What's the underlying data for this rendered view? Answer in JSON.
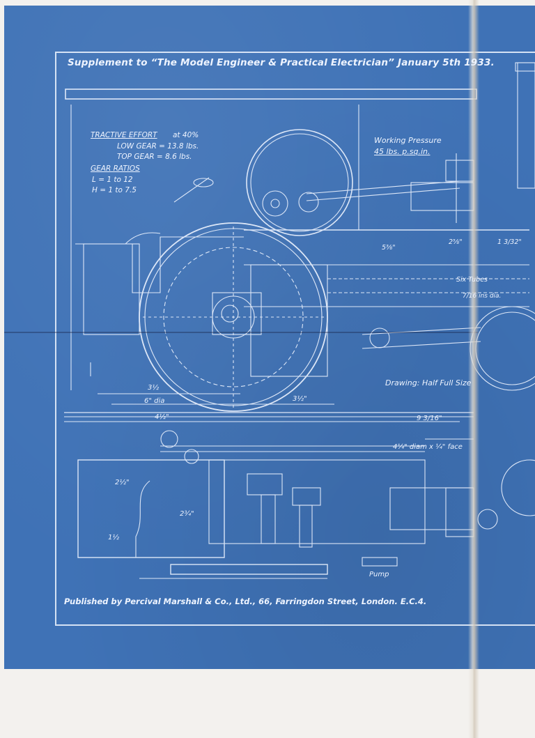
{
  "document": {
    "title": "Supplement to “The Model Engineer & Practical Electrician” January 5th 1933.",
    "publisher": "Published by Percival Marshall & Co., Ltd., 66, Farringdon Street, London. E.C.4."
  },
  "specs": {
    "tractive_heading": "TRACTIVE EFFORT",
    "tractive_at": "at 40%",
    "low_gear": "LOW GEAR = 13.8 lbs.",
    "top_gear": "TOP GEAR = 8.6 lbs.",
    "ratios_heading": "GEAR RATIOS",
    "ratio_low": "L = 1 to 12",
    "ratio_high": "H = 1 to 7.5",
    "working_pressure_label": "Working Pressure",
    "working_pressure_value": "45 lbs. p.sq.in.",
    "drawing_scale": "Drawing: Half Full Size"
  },
  "dimensions": {
    "d_3_half": "3½",
    "d_6_dia": "6\" dia",
    "d_3_half_b": "3½\"",
    "d_4_half": "4½\"",
    "d_9_3_16": "9 3/16\"",
    "d_4_1_4_face": "4¼\" diam x ¼\" face",
    "d_5_3_8": "5⅜\"",
    "d_2_5_8": "2⅝\"",
    "d_1_3_32": "1 3/32\"",
    "tubes": "Six Tubes",
    "tubes_dia": "7/16 ins dia.",
    "d_2_half": "2½\"",
    "d_2_3_4": "2¾\"",
    "d_1_half": "1½",
    "pump": "Pump"
  },
  "colors": {
    "paper": "#3f72b6",
    "lines": "#eef4ff"
  }
}
